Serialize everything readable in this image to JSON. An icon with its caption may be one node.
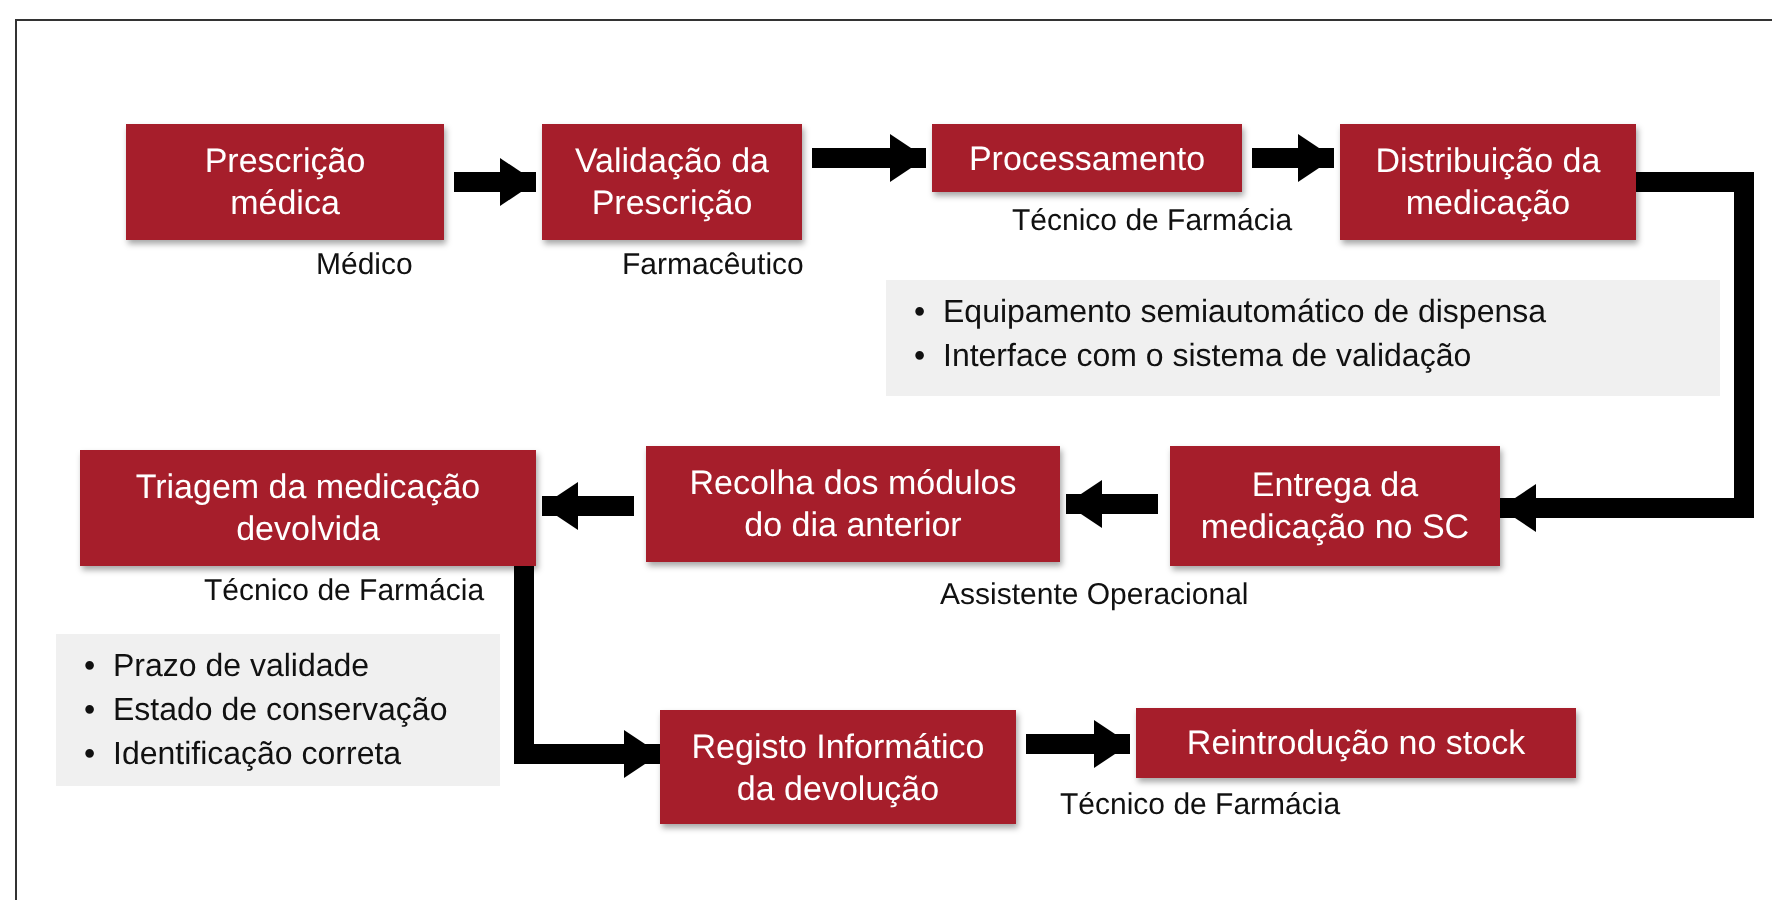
{
  "diagram": {
    "nodes": [
      {
        "text": [
          "Prescrição médica"
        ],
        "beside": [
          "Médico"
        ]
      },
      {
        "text": [
          "Validação da Prescrição"
        ],
        "beside": [
          "Farmacêutico"
        ]
      },
      {
        "text": [
          "Processamento"
        ],
        "beside": [
          "Técnico de Farmácia"
        ]
      },
      {
        "text": [
          "Distribuição da medicação"
        ]
      },
      {
        "text": [
          "•  Equipamento semiautomático de dispensa",
          "•  Interface com o sistema de validação"
        ]
      },
      {
        "text": [
          "Triagem da medicação devolvida"
        ],
        "beside": [
          "Técnico de Farmácia"
        ]
      },
      {
        "text": [
          "Recolha dos módulos do dia anterior"
        ]
      },
      {
        "text": [
          "Entrega da medicação no SC"
        ]
      },
      {
        "text": [
          "•  Prazo de validade",
          "•  Estado de conservação",
          "•  Identificação correta"
        ]
      },
      {
        "text": [
          "Registo Informático da devolução"
        ]
      },
      {
        "text": [
          "Reintrodução no stock"
        ],
        "beside": [
          "Técnico de Farmácia"
        ]
      }
    ],
    "edges": [
      {
        "from": 0,
        "to": 1,
        "arrow": "to"
      },
      {
        "from": 1,
        "to": 2,
        "arrow": "to"
      },
      {
        "from": 2,
        "to": 3,
        "arrow": "to"
      },
      {
        "from": 3,
        "to": 7,
        "arrow": "to"
      },
      {
        "from": 7,
        "to": 6,
        "arrow": "to"
      },
      {
        "from": 6,
        "to": 5,
        "arrow": "to"
      },
      {
        "from": 5,
        "to": 9,
        "arrow": "to"
      },
      {
        "from": 9,
        "to": 10,
        "arrow": "to"
      }
    ],
    "labels": [
      "Assistente Operacional"
    ]
  }
}
